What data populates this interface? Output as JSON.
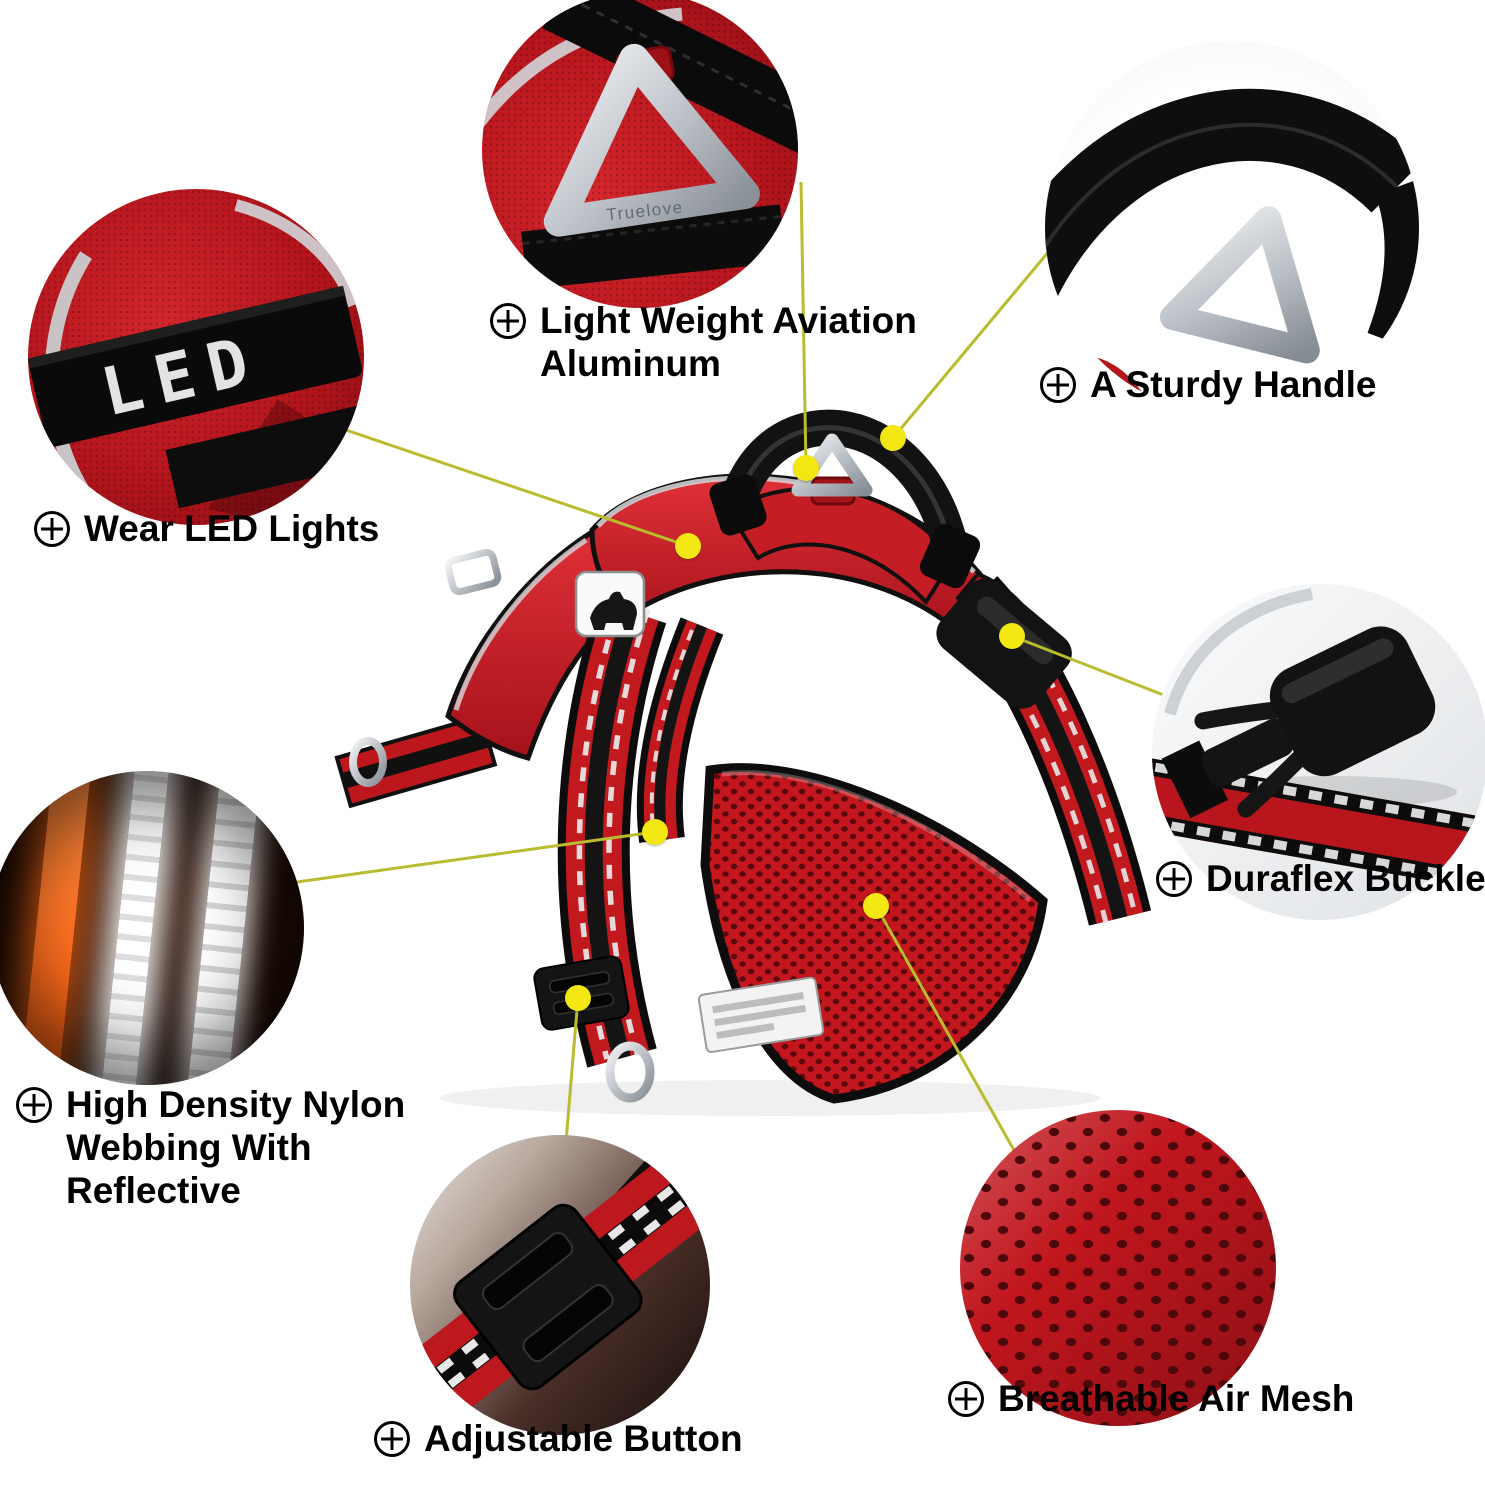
{
  "meta": {
    "description": "Dog harness feature infographic"
  },
  "colors": {
    "background": "#ffffff",
    "connector_line": "#b9bc2e",
    "marker_dot": "#f2e713",
    "harness_red": "#c2191f",
    "strap_black": "#111111",
    "metal_silver": "#bcc1c7",
    "label_text": "#000000"
  },
  "icons": {
    "callout_prefix": "plus-circle-icon"
  },
  "brand": {
    "name": "Truelove",
    "led_text": "LED"
  },
  "callouts": [
    {
      "id": "aluminum",
      "label": "Light Weight Aviation Aluminum"
    },
    {
      "id": "handle",
      "label": "A Sturdy Handle"
    },
    {
      "id": "led",
      "label": "Wear LED Lights"
    },
    {
      "id": "buckle",
      "label": "Duraflex Buckle"
    },
    {
      "id": "webbing",
      "label": "High Density Nylon Webbing With Reflective"
    },
    {
      "id": "adjustable",
      "label": "Adjustable Button"
    },
    {
      "id": "mesh",
      "label": "Breathable Air Mesh"
    }
  ]
}
